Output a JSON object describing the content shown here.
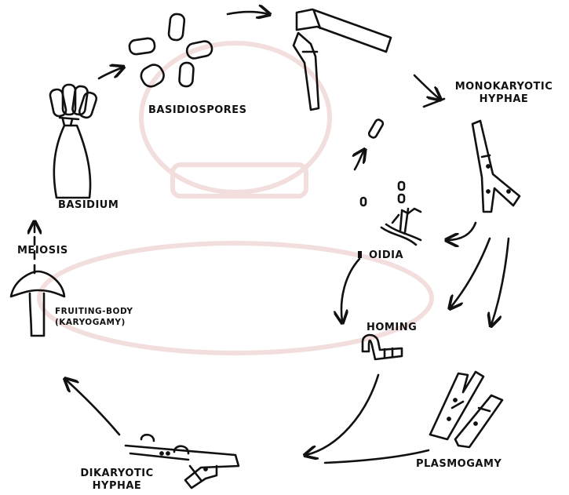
{
  "labels": {
    "basidiospores": "BASIDIOSPORES",
    "monokaryotic": "MONOKARYOTIC",
    "hyphae_mono": "HYPHAE",
    "basidium": "BASIDIUM",
    "meiosis": "MEIOSIS",
    "oidia": "OIDIA",
    "fruiting_body": "FRUITING-BODY",
    "karyogamy": "(KARYOGAMY)",
    "homing": "HOMING",
    "plasmogamy": "PLASMOGAMY",
    "dikaryotic": "DIKARYOTIC",
    "hyphae_di": "HYPHAE"
  },
  "colors": {
    "ink": "#111111",
    "watermark": "#f3dede"
  }
}
